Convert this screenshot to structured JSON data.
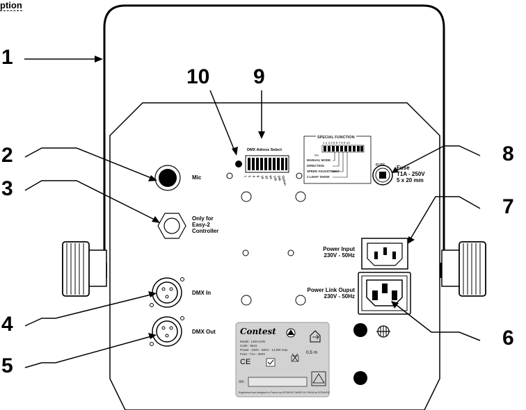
{
  "header": {
    "title": "ption"
  },
  "callouts": [
    "1",
    "2",
    "3",
    "4",
    "5",
    "6",
    "7",
    "8",
    "9",
    "10"
  ],
  "panel_labels": {
    "mic": "Mic",
    "easy2": [
      "Only for",
      "Easy-2",
      "Controller"
    ],
    "dmx_in": "DMX In",
    "dmx_out": "DMX Out",
    "dmx_address": "DMX Adress Select",
    "dip_values": [
      "1",
      "2",
      "4",
      "8",
      "16",
      "32",
      "64",
      "128",
      "256",
      "Option"
    ],
    "special_function": "SPECIAL FUNCTION",
    "sf_numbers": "1 2 3 4 5 6 7 8 9 10",
    "sf_on": "On",
    "sf_items": [
      "MANUAL MODE",
      "DIRECTION",
      "SPEED ADJUSTMENT",
      "2 LIGHT SHOW"
    ],
    "fuse": [
      "Fuse",
      "T1A - 250V",
      "5 x 20 mm"
    ],
    "fuse_cap": "FUSE",
    "power_input": [
      "Power Input",
      "230V - 50Hz"
    ],
    "power_link": [
      "Power Link Ouput",
      "230V - 50Hz"
    ]
  },
  "nameplate": {
    "brand": "Contest",
    "lines": [
      "Model : LED-GUN",
      "Code : 9641",
      "Power : 230V - 50Hz - 12,5W max.",
      "Fuse : T1A - 250V"
    ],
    "distance": "0,5 m",
    "sn": "SN :",
    "footer": "Engineered and designed in France by HITMUSIC MADE IN CHINA by HITMUSIC"
  }
}
